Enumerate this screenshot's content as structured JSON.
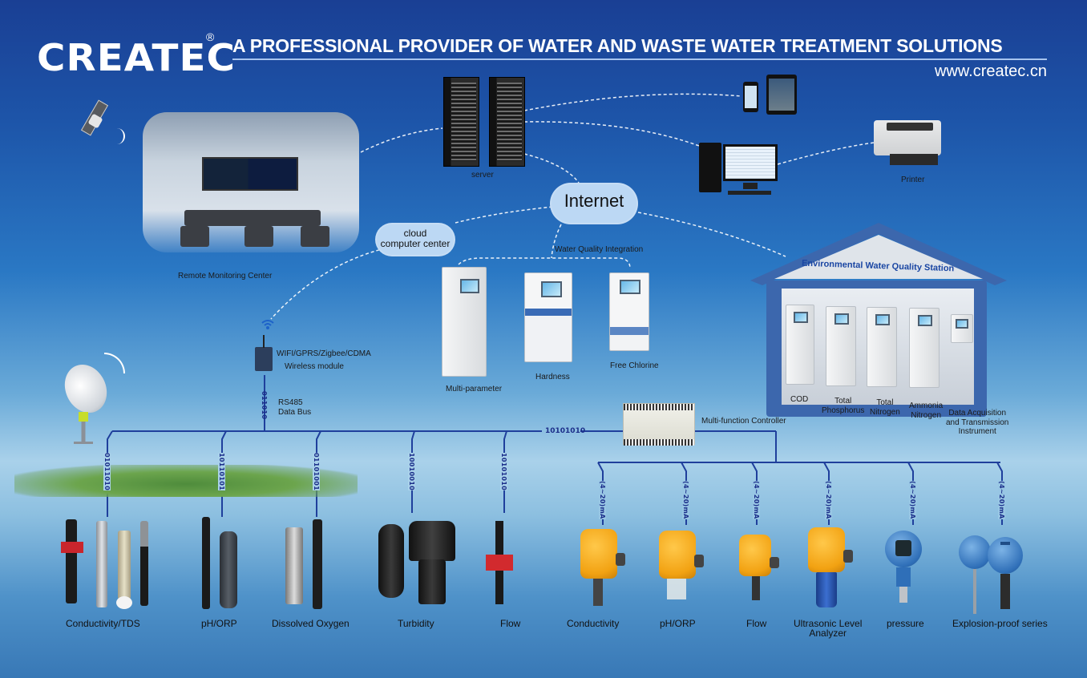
{
  "header": {
    "brand": "CREATEC",
    "registered_mark": "®",
    "tagline": "A PROFESSIONAL PROVIDER OF WATER AND WASTE WATER TREATMENT SOLUTIONS",
    "website": "www.createc.cn"
  },
  "network": {
    "server_label": "server",
    "printer_label": "Printer",
    "remote_center_label": "Remote Monitoring Center",
    "internet_label": "Internet",
    "cloud_label_line1": "cloud",
    "cloud_label_line2": "computer center",
    "integration_label": "Water Quality Integration"
  },
  "integration_devices": [
    {
      "label": "Multi-parameter"
    },
    {
      "label": "Hardness"
    },
    {
      "label": "Free Chlorine"
    }
  ],
  "station": {
    "title": "Environmental Water Quality Station",
    "units": [
      {
        "line1": "COD",
        "line2": ""
      },
      {
        "line1": "Total",
        "line2": "Phosphorus"
      },
      {
        "line1": "Total",
        "line2": "Nitrogen"
      },
      {
        "line1": "Ammonia",
        "line2": "Nitrogen"
      }
    ],
    "daq_line1": "Data Acquisition",
    "daq_line2": "and Transmission",
    "daq_line3": "Instrument"
  },
  "wireless": {
    "protocols": "WIFI/GPRS/Zigbee/CDMA",
    "module": "Wireless module",
    "bus_line1": "RS485",
    "bus_line2": "Data Bus",
    "uplink_code": "011010"
  },
  "controller": {
    "label": "Multi-function Controller",
    "bus_code": "10101010"
  },
  "digital_sensors": [
    {
      "code": "01011010",
      "label": "Conductivity/TDS"
    },
    {
      "code": "10110101",
      "label": "pH/ORP"
    },
    {
      "code": "01101001",
      "label": "Dissolved Oxygen"
    },
    {
      "code": "10010010",
      "label": "Turbidity"
    },
    {
      "code": "10101010",
      "label": "Flow"
    }
  ],
  "analog_sensors": [
    {
      "signal": "(4~20)mA",
      "label": "Conductivity",
      "label2": ""
    },
    {
      "signal": "(4~20)mA",
      "label": "pH/ORP",
      "label2": ""
    },
    {
      "signal": "(4~20)mA",
      "label": "Flow",
      "label2": ""
    },
    {
      "signal": "(4~20)mA",
      "label": "Ultrasonic Level",
      "label2": "Analyzer"
    },
    {
      "signal": "(4~20)mA",
      "label": "pressure",
      "label2": ""
    },
    {
      "signal": "(4~20)mA",
      "label": "Explosion-proof series",
      "label2": ""
    }
  ],
  "colors": {
    "bus_line": "#1f3f9c",
    "sky_top": "#1a3f94",
    "cloud": "#bcd8f4",
    "house_roof": "#3c67ad",
    "sensor_orange": "#f2a212"
  }
}
